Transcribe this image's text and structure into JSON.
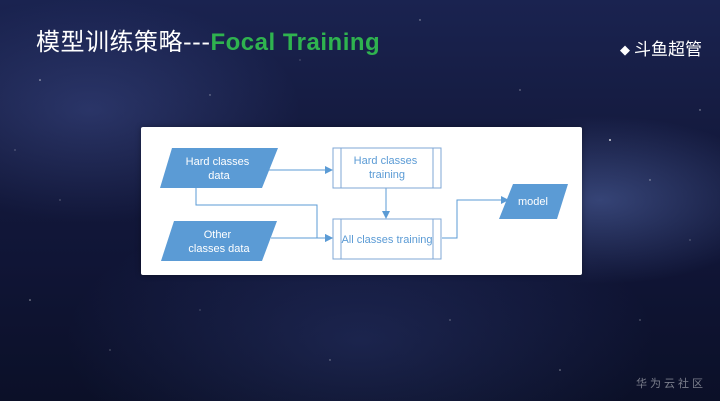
{
  "slide": {
    "title_prefix": "模型训练策略---",
    "title_highlight": "Focal Training",
    "brand_bullet": "◆",
    "brand": "斗鱼超管",
    "watermark": "华为云社区"
  },
  "diagram": {
    "nodes": {
      "hard_data": [
        "Hard classes",
        "data"
      ],
      "other_data": [
        "Other",
        "classes data"
      ],
      "hard_training": [
        "Hard classes",
        "training"
      ],
      "all_training": [
        "All classes training"
      ],
      "model": [
        "model"
      ]
    },
    "colors": {
      "data_fill": "#5b9bd5",
      "process_fill": "#ffffff",
      "process_border": "#7fa7d6",
      "process_text": "#5b9bd5",
      "arrow": "#5b9bd5",
      "title_highlight": "#2fb34f"
    }
  }
}
